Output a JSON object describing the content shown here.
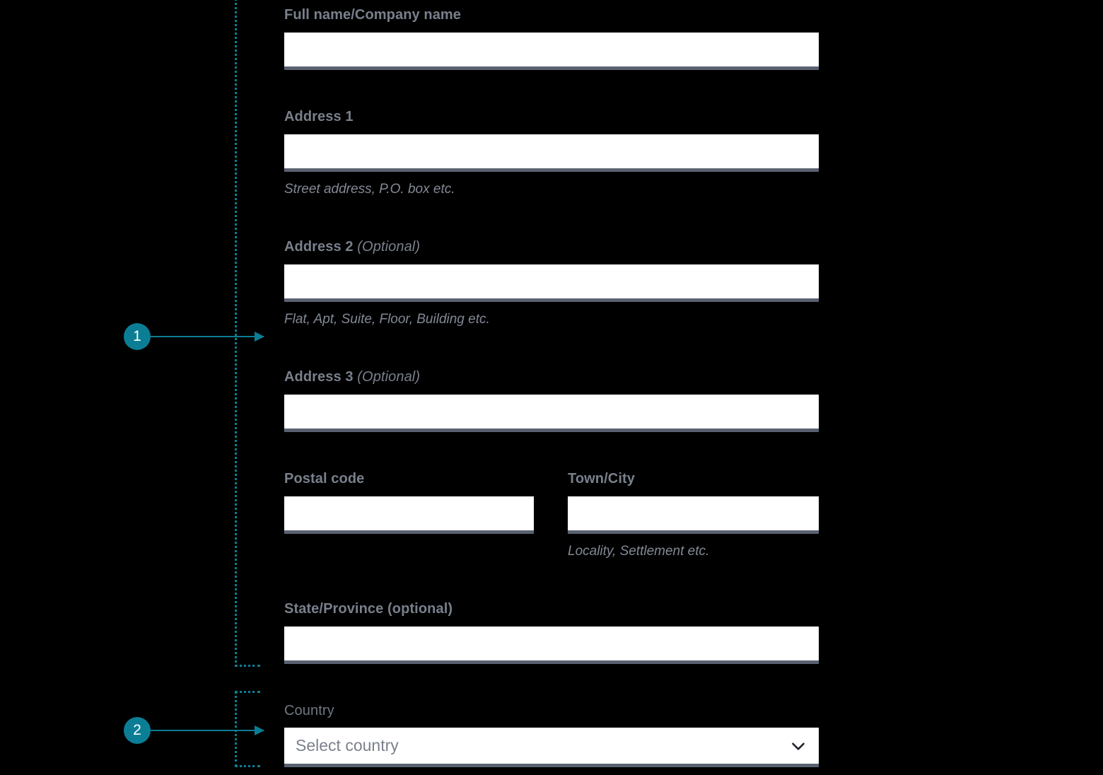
{
  "theme": {
    "background": "#000000",
    "accent_teal": "#0b7e96",
    "label_color": "#79808c",
    "hint_color": "#828995",
    "input_background": "#ffffff",
    "input_underline": "#5a6270"
  },
  "annotations": [
    {
      "number": "1",
      "target": "address-block"
    },
    {
      "number": "2",
      "target": "country-block"
    }
  ],
  "form": {
    "fields": {
      "full_name": {
        "label": "Full name/Company name",
        "value": "",
        "placeholder": ""
      },
      "address_1": {
        "label": "Address 1",
        "value": "",
        "placeholder": "",
        "hint": "Street address, P.O. box etc."
      },
      "address_2": {
        "label": "Address 2",
        "label_optional": "(Optional)",
        "value": "",
        "placeholder": "",
        "hint": "Flat, Apt, Suite, Floor, Building etc."
      },
      "address_3": {
        "label": "Address 3",
        "label_optional": "(Optional)",
        "value": "",
        "placeholder": ""
      },
      "postal_code": {
        "label": "Postal code",
        "value": "",
        "placeholder": ""
      },
      "town_city": {
        "label": "Town/City",
        "value": "",
        "placeholder": "",
        "hint": "Locality, Settlement etc."
      },
      "state_province": {
        "label": "State/Province",
        "label_optional": "(optional)",
        "value": "",
        "placeholder": ""
      },
      "country": {
        "label": "Country",
        "placeholder": "Select country",
        "selected": "",
        "icon": "chevron-down-icon"
      }
    }
  }
}
